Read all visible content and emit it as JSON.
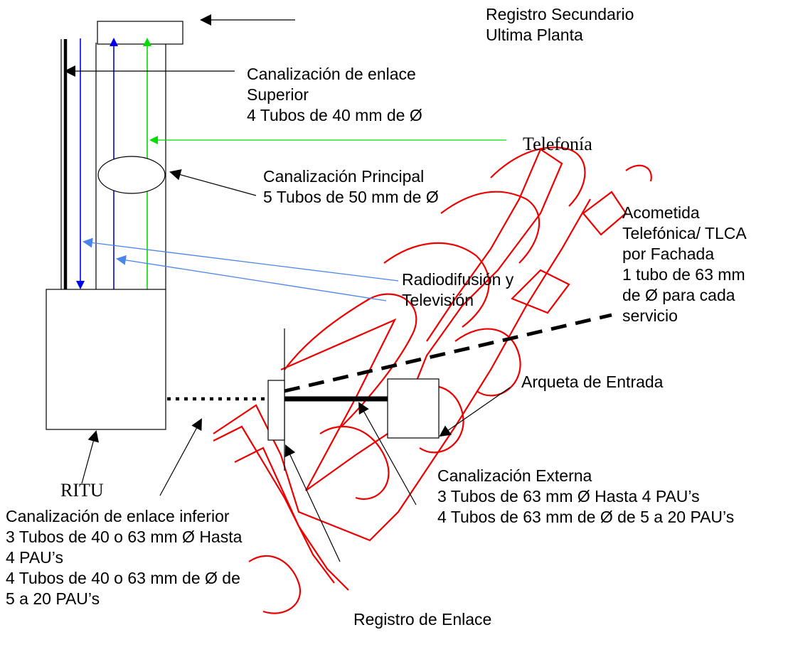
{
  "labels": {
    "registro_secundario": [
      "Registro Secundario",
      "Ultima Planta"
    ],
    "enlace_superior": [
      "Canalización de enlace",
      "Superior",
      "4 Tubos de 40 mm de Ø"
    ],
    "telefonia": "Telefonía",
    "principal": [
      "Canalización Principal",
      "5 Tubos de 50 mm de Ø"
    ],
    "acometida": [
      "Acometida",
      "Telefónica/ TLCA",
      "por Fachada",
      "1 tubo de 63 mm",
      "de Ø para cada",
      "servicio"
    ],
    "radiodifusion": [
      "Radiodifusión y",
      "Televisión"
    ],
    "arqueta": "Arqueta de Entrada",
    "externa": [
      "Canalización Externa",
      "3 Tubos de 63 mm Ø Hasta 4 PAU’s",
      "4 Tubos de 63 mm de Ø  de 5 a 20 PAU’s"
    ],
    "ritu": "RITU",
    "enlace_inferior": [
      "Canalización de enlace inferior",
      "3 Tubos de 40 o 63 mm Ø Hasta",
      "4 PAU’s",
      "4 Tubos de 40 o 63 mm de Ø  de",
      "5 a 20 PAU’s"
    ],
    "registro_enlace": "Registro de Enlace"
  },
  "colors": {
    "black": "#000000",
    "blue": "#0000ee",
    "light_blue": "#4a86e8",
    "green": "#00dd00",
    "watermark": "#ee0000"
  }
}
